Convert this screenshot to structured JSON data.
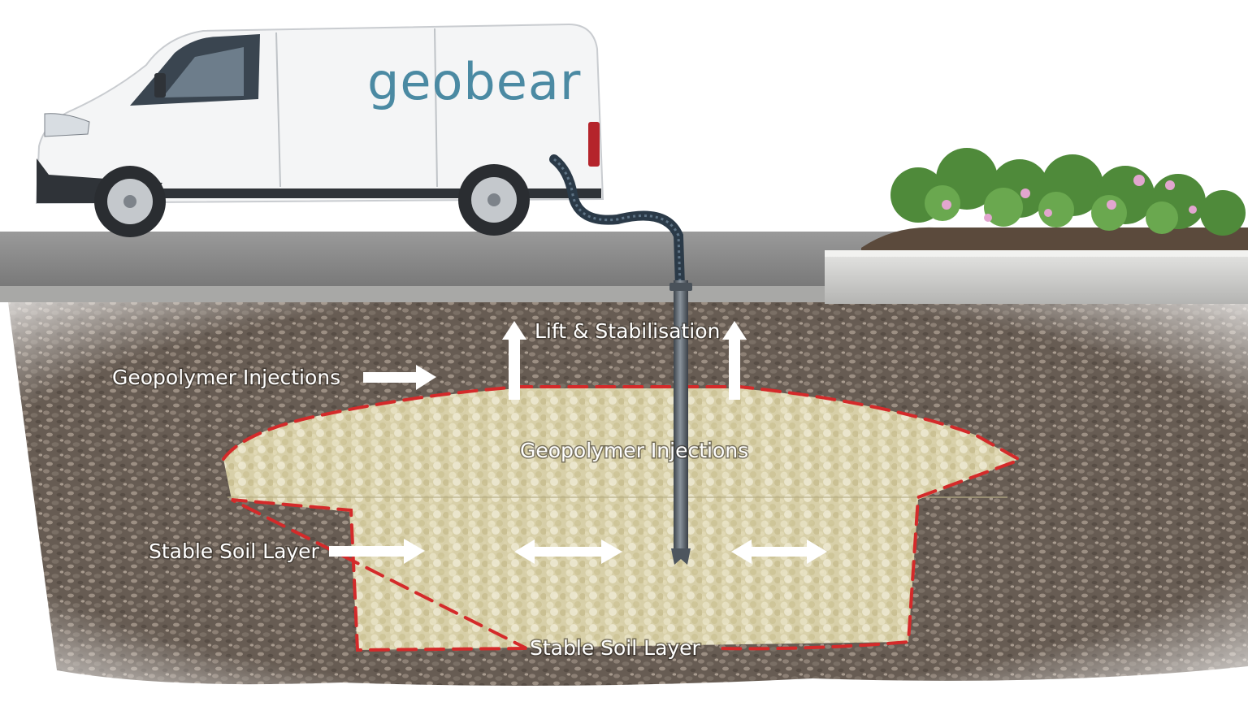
{
  "brand": {
    "name": "geobear",
    "color": "#4b8aa3"
  },
  "labels": {
    "lift": "Lift & Stabilisation",
    "injections_left": "Geopolymer Injections",
    "injections_center": "Geopolymer Injections",
    "stable_left": "Stable Soil Layer",
    "stable_bottom": "Stable Soil Layer"
  },
  "colors": {
    "boundary": "#d42a2a",
    "soil": "#6d6259",
    "geopolymer": "#e3dcb4",
    "road": "#8a8a8a",
    "van": "#f4f5f6",
    "arrows": "#ffffff"
  },
  "icons": [
    "van-icon",
    "hose-icon",
    "injection-lance-icon",
    "planter-icon",
    "arrow-up-icon",
    "arrow-right-icon",
    "arrow-double-icon"
  ]
}
